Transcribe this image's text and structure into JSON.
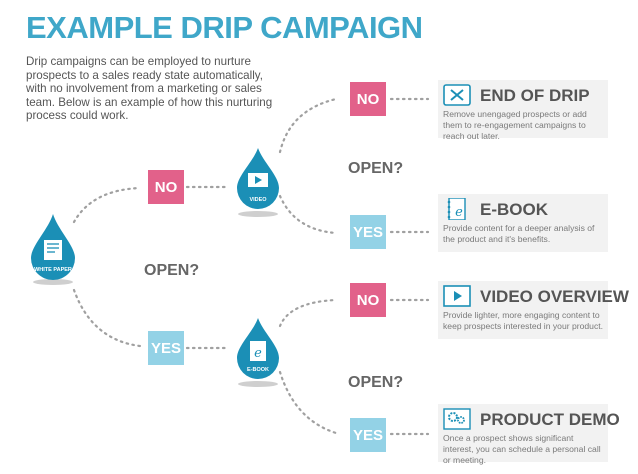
{
  "title": "EXAMPLE DRIP CAMPAIGN",
  "intro": "Drip campaigns can be employed to nurture prospects to a sales ready state automatically, with no involvement from a marketing or sales team. Below is an example of how this nurturing process could work.",
  "start_drop": {
    "label": "WHITE PAPER"
  },
  "video_drop": {
    "label": "VIDEO"
  },
  "ebook_drop": {
    "label": "E-BOOK"
  },
  "questions": [
    "OPEN?",
    "OPEN?",
    "OPEN?"
  ],
  "answers": {
    "no": "NO",
    "yes": "YES"
  },
  "outcomes": [
    {
      "title": "END OF DRIP",
      "icon": "email-x-icon",
      "description": "Remove unengaged prospects or add them to re-engagement campaigns to reach out later."
    },
    {
      "title": "E-BOOK",
      "icon": "ebook-icon",
      "description": "Provide content for a deeper analysis of the product and it's benefits."
    },
    {
      "title": "VIDEO OVERVIEW",
      "icon": "video-play-icon",
      "description": "Provide lighter, more engaging content to keep prospects interested in your product."
    },
    {
      "title": "PRODUCT DEMO",
      "icon": "demo-gears-icon",
      "description": "Once a prospect shows significant interest, you can schedule a personal call or meeting."
    }
  ],
  "colors": {
    "title": "#3fa7c9",
    "drop": "#1b8fb6",
    "no": "#e2618a",
    "yes": "#93d2e6",
    "card_bg": "#f2f2f2",
    "connector": "#9a9a9a"
  }
}
